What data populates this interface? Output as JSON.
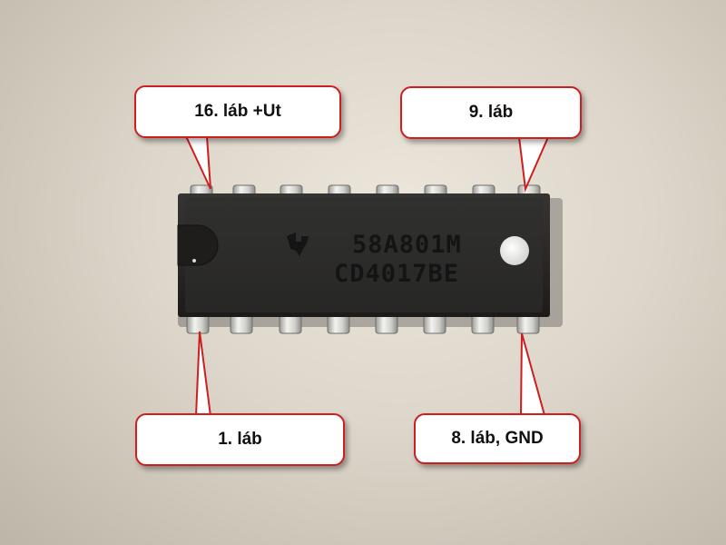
{
  "callouts": {
    "pin16": {
      "label": "16. láb +Ut"
    },
    "pin9": {
      "label": "9. láb"
    },
    "pin1": {
      "label": "1. láb"
    },
    "pin8": {
      "label": "8. láb, GND"
    }
  },
  "chip": {
    "marking_line1": "58A801M",
    "marking_line2": "CD4017BE",
    "pin_count": 16
  },
  "colors": {
    "callout_border": "#cc1f1f",
    "callout_fill": "#ffffff",
    "chip_body": "#262524",
    "chip_marking": "#141414",
    "pin_metal": "#d8d8d4",
    "background": "#ddd6ca"
  }
}
